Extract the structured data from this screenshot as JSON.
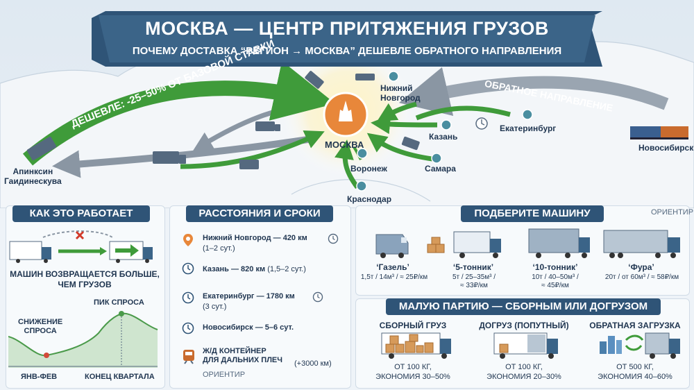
{
  "header": {
    "title": "МОСКВА — ЦЕНТР ПРИТЯЖЕНИЯ ГРУЗОВ",
    "subtitle": "ПОЧЕМУ ДОСТАВКА “РЕГИОН → МОСКВА” ДЕШЕВЛЕ ОБРАТНОГО НАПРАВЛЕНИЯ"
  },
  "map": {
    "cheaper_label": "ДЕШЕВЛЕ: -25–50% ОТ БАЗОВОЙ СТАВКИ",
    "reverse_label": "ОБРАТНОЕ НАПРАВЛЕНИЕ",
    "hub": "МОСКВА",
    "cities": {
      "nizhny": "Нижний\nНовгород",
      "kazan": "Казань",
      "ekb": "Екатеринбург",
      "samara": "Самара",
      "voronezh": "Воронеж",
      "krasnodar": "Краснодар",
      "novosibirsk": "Новосибирск",
      "west": "Апинксин\nГаидинескува"
    }
  },
  "how": {
    "title": "КАК ЭТО РАБОТАЕТ",
    "caption": "МАШИН ВОЗВРАЩАЕТСЯ БОЛЬШЕ,\nЧЕМ ГРУЗОВ",
    "low_label": "СНИЖЕНИЕ\nСПРОСА",
    "peak_label": "ПИК СПРОСА",
    "x_left": "ЯНВ-ФЕВ",
    "x_right": "КОНЕЦ КВАРТАЛА"
  },
  "distances": {
    "title": "РАССТОЯНИЯ И СРОКИ",
    "items": [
      {
        "bold": "Нижний Новгород — 420 км",
        "rest": "(1–2 сут.)"
      },
      {
        "bold": "Казань — 820 км",
        "rest": "(1,5–2 сут.)"
      },
      {
        "bold": "Екатеринбург — 1780 км",
        "rest": "(3 сут.)"
      },
      {
        "bold": "Новосибирск — 5–6 сут.",
        "rest": ""
      }
    ],
    "rail_title": "Ж/Д КОНТЕЙНЕР\nДЛЯ ДАЛЬНИХ ПЛЕЧ",
    "rail_extra": "(+3000 км)",
    "rail_note": "ОРИЕНТИР"
  },
  "vehicles": {
    "title": "ПОДБЕРИТЕ МАШИНУ",
    "note": "ОРИЕНТИР",
    "items": [
      {
        "name": "‘Газель’",
        "spec": "1,5т / 14м³ / ≈ 25₽/км"
      },
      {
        "name": "‘5-тонник’",
        "spec": "5т / 25–35м³ /\n≈ 33₽/км"
      },
      {
        "name": "‘10-тонник’",
        "spec": "10т / 40–50м³ /\n≈ 45₽/км"
      },
      {
        "name": "‘Фура’",
        "spec": "20т / от 60м³ / ≈ 58₽/км"
      }
    ]
  },
  "small_batch": {
    "title": "МАЛУЮ ПАРТИЮ — СБОРНЫМ ИЛИ ДОГРУЗОМ",
    "items": [
      {
        "name": "СБОРНЫЙ ГРУЗ",
        "desc": "ОТ 100 КГ,\nЭКОНОМИЯ 30–50%"
      },
      {
        "name": "ДОГРУЗ (ПОПУТНЫЙ)",
        "desc": "ОТ 100 КГ,\nЭКОНОМИЯ 20–30%"
      },
      {
        "name": "ОБРАТНАЯ ЗАГРУЗКА",
        "desc": "ОТ 500 КГ,\nЭКОНОМИЯ 40–60%"
      }
    ]
  },
  "colors": {
    "navy": "#2f5477",
    "green": "#3f9b3a",
    "grey_arrow": "#8a96a3"
  }
}
